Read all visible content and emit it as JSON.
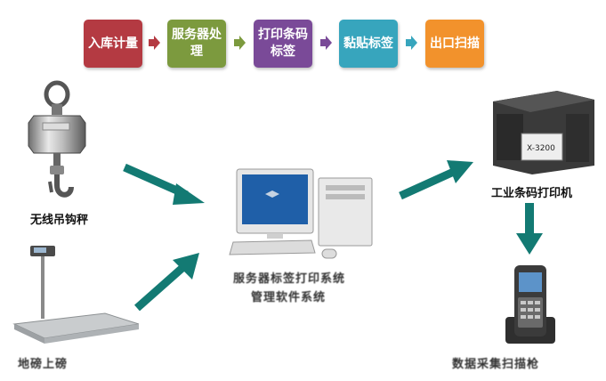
{
  "flow": {
    "steps": [
      {
        "label": "入库计量",
        "color": "#b43a42"
      },
      {
        "label": "服务器处理",
        "color": "#7c9a3e"
      },
      {
        "label": "打印条码标签",
        "color": "#7a4a98"
      },
      {
        "label": "黏贴标签",
        "color": "#37a5bd"
      },
      {
        "label": "出口扫描",
        "color": "#f2922c"
      }
    ],
    "arrow_colors": [
      "#b43a42",
      "#7c9a3e",
      "#7a4a98",
      "#37a5bd"
    ]
  },
  "devices": {
    "crane_scale_label": "无线吊钩秤",
    "floor_scale_label": "地磅上磅",
    "computer_label_line1": "服务器标签打印系统",
    "computer_label_line2": "管理软件系统",
    "printer_label": "工业条码打印机",
    "handheld_label": "数据采集扫描枪",
    "printer_model_text": "X-3200"
  },
  "colors": {
    "connector_arrow": "#137a73"
  }
}
